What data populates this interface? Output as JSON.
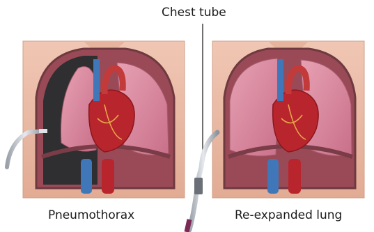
{
  "labels": {
    "chest_tube": "Chest tube",
    "left_panel": "Pneumothorax",
    "right_panel": "Re-expanded lung"
  },
  "colors": {
    "background": "#ffffff",
    "skin": "#e9b9a3",
    "lung": "#d98aa0",
    "collapsed_space": "#3a3a3a",
    "heart": "#b8252d",
    "vein": "#3f77b8",
    "tube": "#b9bec6"
  }
}
